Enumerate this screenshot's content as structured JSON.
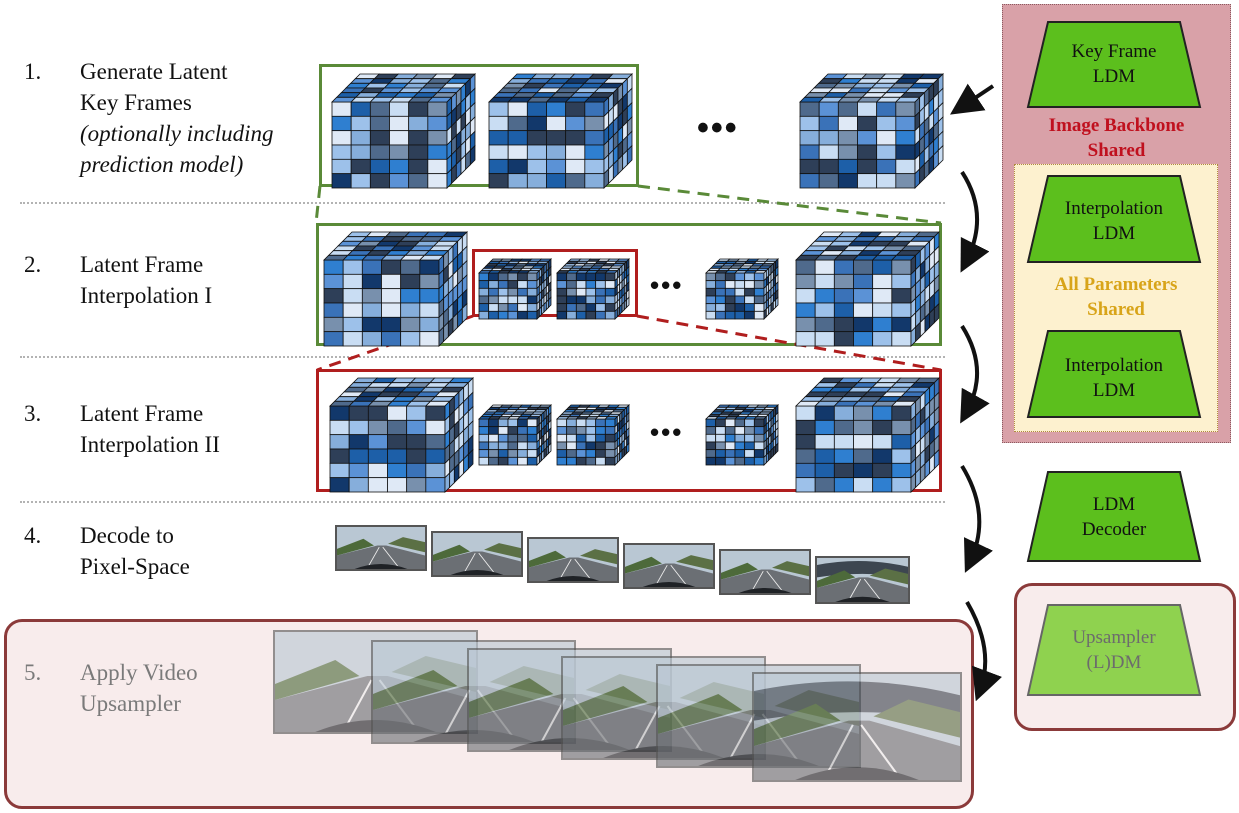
{
  "steps": [
    {
      "number": "1.",
      "lines": [
        "Generate Latent",
        "Key Frames"
      ],
      "italic_lines": [
        "(optionally including",
        "prediction model)"
      ]
    },
    {
      "number": "2.",
      "lines": [
        "Latent Frame",
        "Interpolation I"
      ],
      "italic_lines": []
    },
    {
      "number": "3.",
      "lines": [
        "Latent Frame",
        "Interpolation II"
      ],
      "italic_lines": []
    },
    {
      "number": "4.",
      "lines": [
        "Decode to",
        "Pixel-Space"
      ],
      "italic_lines": []
    },
    {
      "number": "5.",
      "lines": [
        "Apply Video",
        "Upsampler"
      ],
      "italic_lines": []
    }
  ],
  "ellipsis": "•••",
  "models": {
    "key_frame": [
      "Key Frame",
      "LDM"
    ],
    "interpolation_1": [
      "Interpolation",
      "LDM"
    ],
    "interpolation_2": [
      "Interpolation",
      "LDM"
    ],
    "decoder": [
      "LDM",
      "Decoder"
    ],
    "upsampler": [
      "Upsampler",
      "(L)DM"
    ]
  },
  "labels": {
    "image_backbone": [
      "Image Backbone",
      "Shared"
    ],
    "all_parameters": [
      "All Parameters",
      "Shared"
    ]
  },
  "colors": {
    "green_box": "#5a8a38",
    "red_box": "#b01e1e",
    "trap_green": "#5cbf1d",
    "trap_light_green": "#8fd24f",
    "backbone_panel": "#d9a1a8",
    "params_panel": "#fdf1cf",
    "backbone_text": "#c0101e",
    "params_text": "#d8a419",
    "upsampler_panel": "#f8ecec",
    "upsampler_border": "#8b3a3a"
  }
}
